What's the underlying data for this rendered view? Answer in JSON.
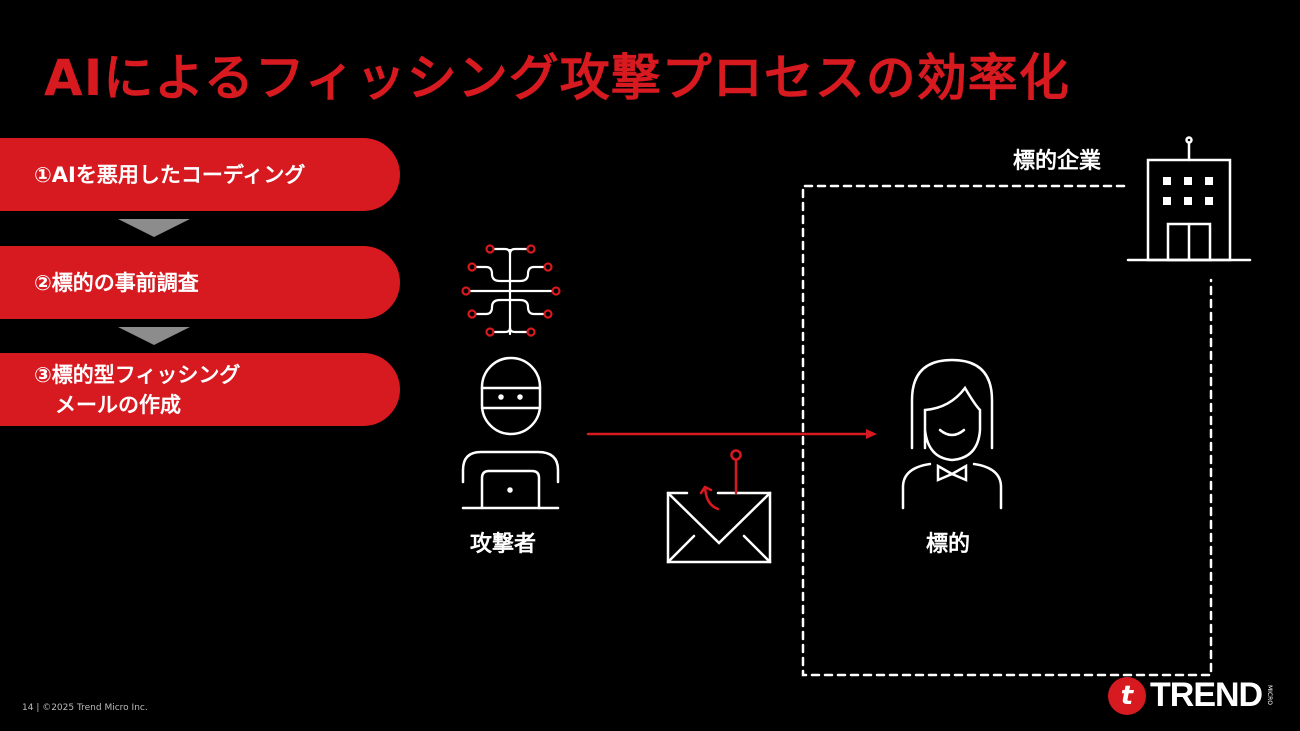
{
  "title": "AIによるフィッシング攻撃プロセスの効率化",
  "steps": [
    {
      "label": "①AIを悪用したコーディング"
    },
    {
      "label": "②標的の事前調査"
    },
    {
      "label": "③標的型フィッシング\n　メールの作成"
    }
  ],
  "diagram": {
    "attacker_label": "攻撃者",
    "target_label": "標的",
    "company_label": "標的企業"
  },
  "footer": {
    "text": "14 | ©2025 Trend Micro Inc."
  },
  "logo": {
    "mark": "t",
    "word": "TREND",
    "micro": "MICRO"
  },
  "colors": {
    "accent": "#d71920",
    "arrow_gray": "#8c8c8c"
  }
}
